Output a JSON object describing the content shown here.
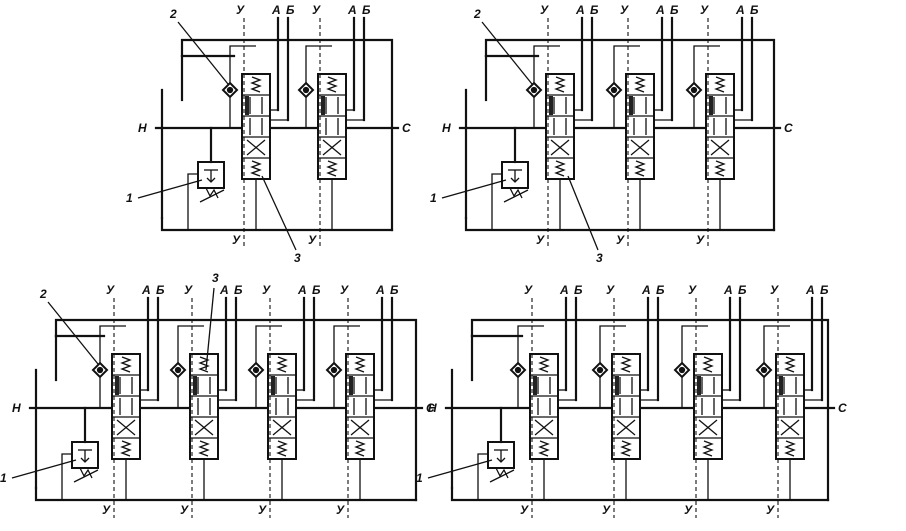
{
  "palette": {
    "ink": "#111111",
    "paper": "#ffffff"
  },
  "letters": {
    "Y": "У",
    "A": "А",
    "B": "Б",
    "N": "Н",
    "S": "С"
  },
  "numbers": {
    "relief_valve": "1",
    "check_valve": "2",
    "spool": "3"
  },
  "icons": [
    "check-valve-icon",
    "relief-valve-icon",
    "spool-valve-icon"
  ],
  "diagrams": [
    {
      "id": "two-section",
      "sections": 2,
      "callouts": [
        "1",
        "2",
        "3"
      ]
    },
    {
      "id": "three-section",
      "sections": 3,
      "callouts": [
        "1",
        "2",
        "3"
      ]
    },
    {
      "id": "four-section",
      "sections": 4,
      "callouts": [
        "1",
        "2",
        "3"
      ]
    },
    {
      "id": "four-section-alt",
      "sections": 4,
      "callouts": [
        "1"
      ]
    }
  ]
}
